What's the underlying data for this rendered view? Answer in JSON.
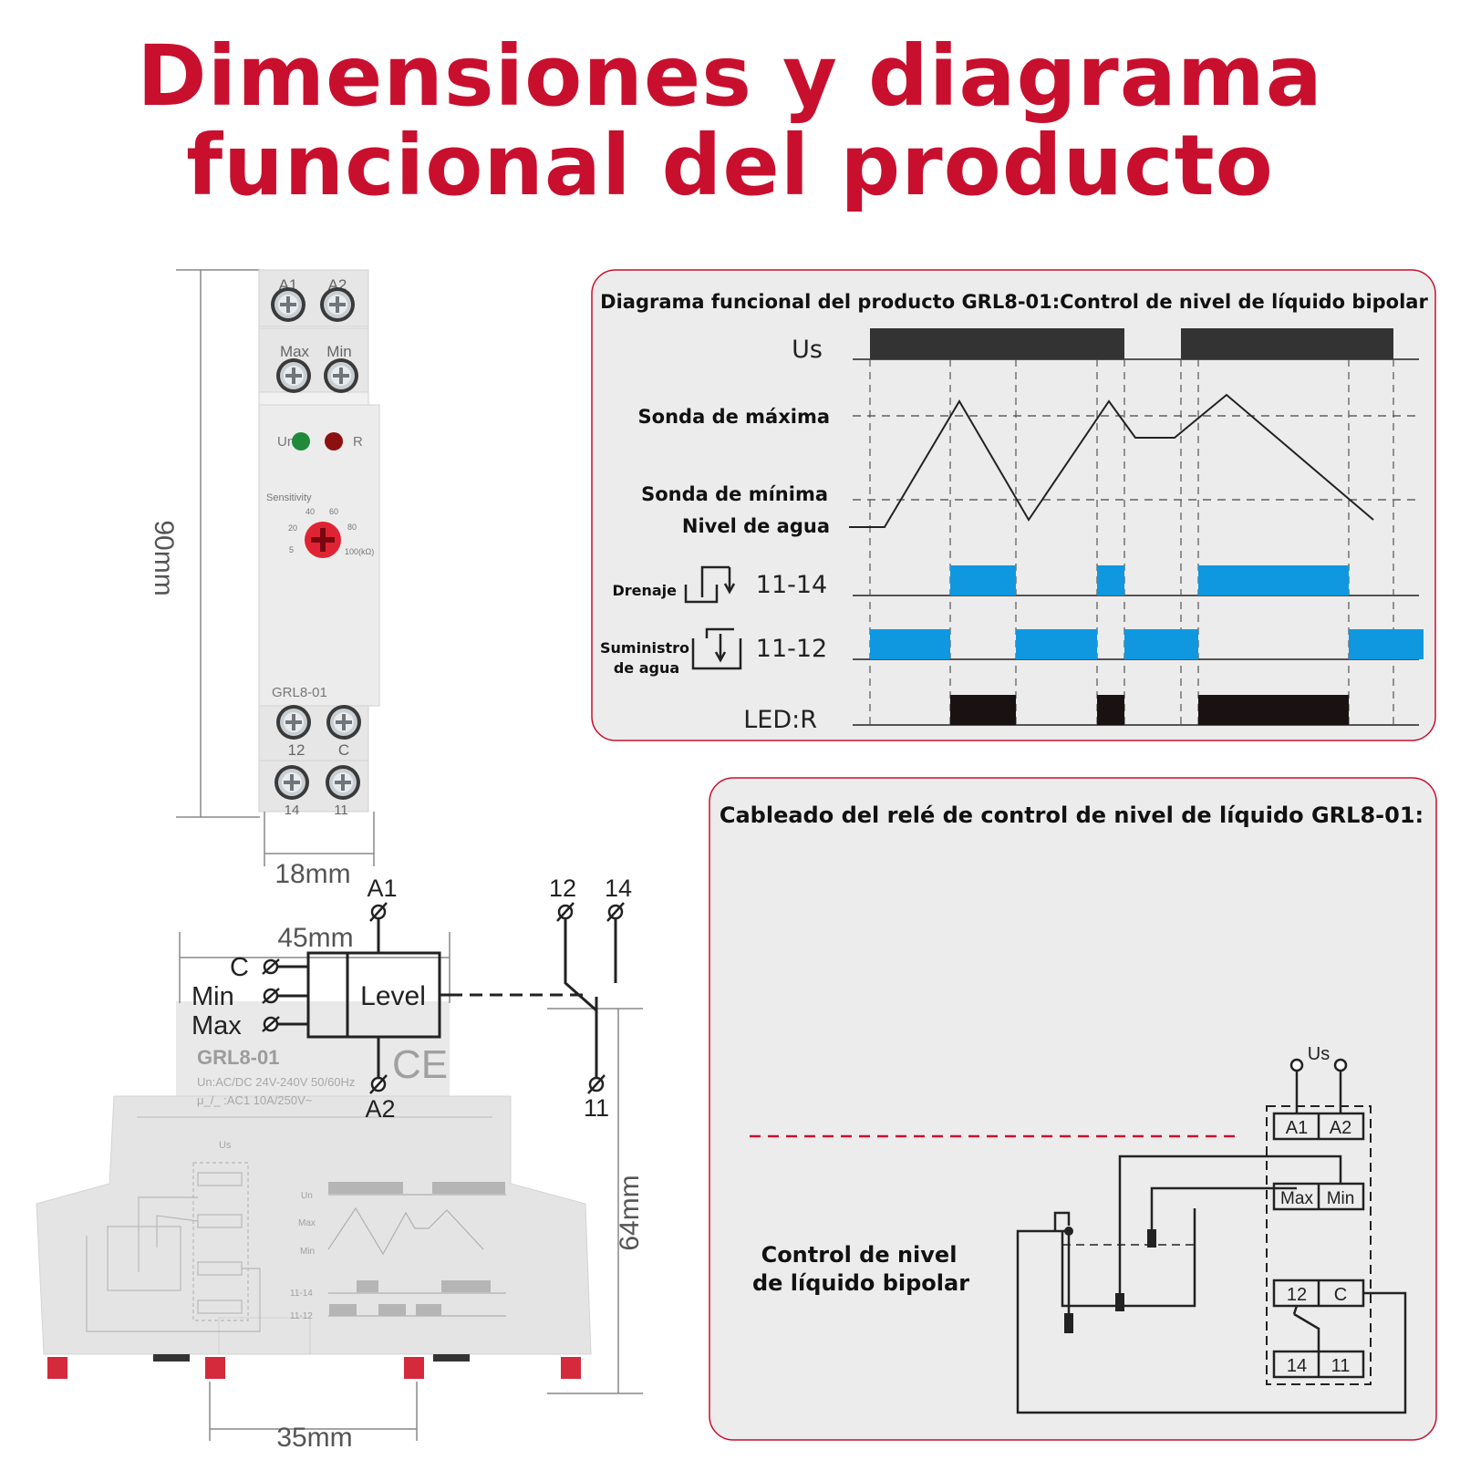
{
  "title": {
    "line1": "Dimensiones y diagrama",
    "line2": "funcional del producto"
  },
  "dimensions": {
    "height": "90mm",
    "width": "18mm",
    "depth": "45mm",
    "height2": "64mm",
    "rail": "35mm"
  },
  "device": {
    "model": "GRL8-01",
    "leds": {
      "power": "Un",
      "relay": "R"
    },
    "terminals": {
      "a1": "A1",
      "a2": "A2",
      "max": "Max",
      "min": "Min",
      "t12": "12",
      "c": "C",
      "t14": "14",
      "t11": "11"
    },
    "sensitivity": {
      "label": "Sensitivity",
      "marks": [
        "5",
        "20",
        "40",
        "60",
        "80",
        "100(kΩ)"
      ]
    }
  },
  "schematic": {
    "a1": "A1",
    "a2": "A2",
    "t12": "12",
    "t14": "14",
    "t11": "11",
    "c": "C",
    "min": "Min",
    "max": "Max",
    "level": "Level",
    "spec1": "Un:AC/DC 24V-240V 50/60Hz",
    "spec2": "μ⁢_/_ :AC1 10A/250V~",
    "ce": "CE"
  },
  "timing_panel": {
    "title": "Diagrama funcional del producto GRL8-01:Control de nivel de líquido bipolar",
    "rows": {
      "us": "Us",
      "max_probe": "Sonda de máxima",
      "min_probe": "Sonda de mínima",
      "water": "Nivel de agua",
      "drain": "Drenaje",
      "drain_contact": "11-14",
      "supply1": "Suministro",
      "supply2": "de agua",
      "supply_contact": "11-12",
      "led": "LED:R"
    }
  },
  "wiring_panel": {
    "title": "Cableado del relé de control de nivel de líquido GRL8-01:",
    "caption1": "Control de nivel",
    "caption2": "de líquido bipolar",
    "us": "Us",
    "a1": "A1",
    "a2": "A2",
    "max": "Max",
    "min": "Min",
    "t12": "12",
    "c": "C",
    "t14": "14",
    "t11": "11"
  },
  "colors": {
    "brand_red": "#c8102e",
    "relay_blue": "#0f98e0",
    "panel_bg": "#ececec"
  }
}
